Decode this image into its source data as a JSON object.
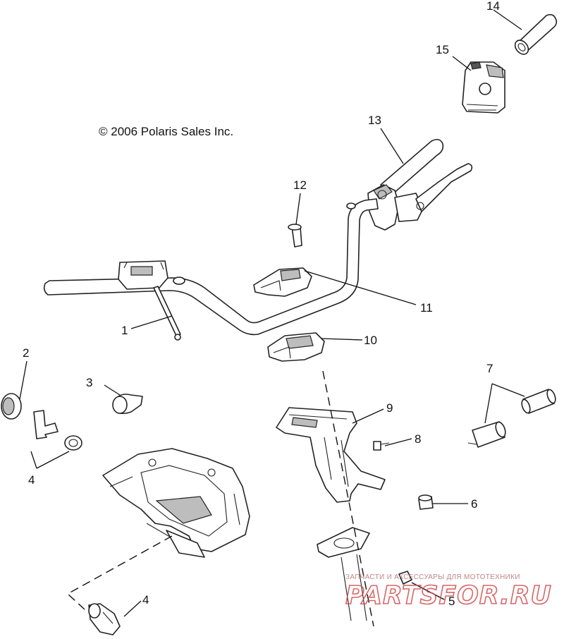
{
  "copyright": "© 2006 Polaris Sales Inc.",
  "callouts": {
    "c1": "1",
    "c2": "2",
    "c3": "3",
    "c4a": "4",
    "c4b": "4",
    "c5": "5",
    "c6": "6",
    "c7": "7",
    "c8": "8",
    "c9": "9",
    "c10": "10",
    "c11": "11",
    "c12": "12",
    "c13": "13",
    "c14": "14",
    "c15": "15"
  },
  "watermark": {
    "caption": "ЗАПЧАСТИ И АКСЕССУАРЫ ДЛЯ МОТОТЕХНИКИ",
    "logo": "PARTSFOR.RU"
  }
}
